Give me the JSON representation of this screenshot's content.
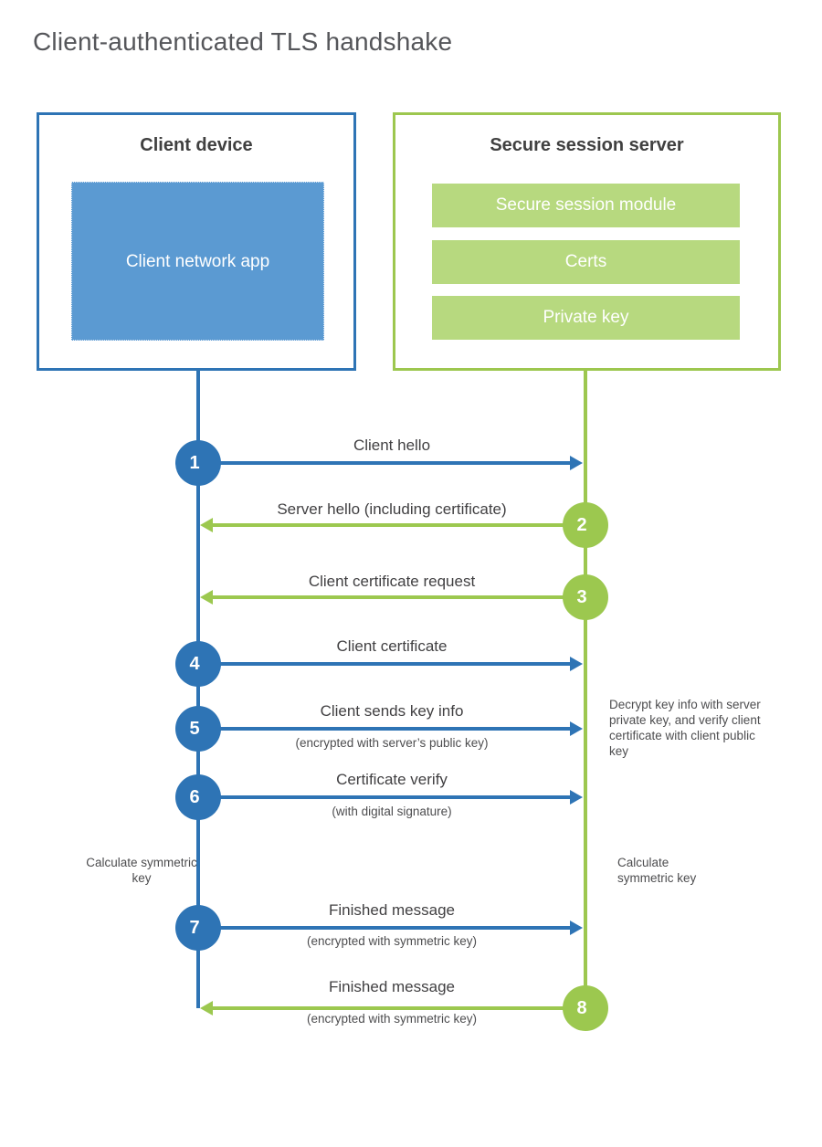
{
  "title": "Client-authenticated TLS handshake",
  "colors": {
    "blue": "#2e74b5",
    "blue_fill": "#5b9ad2",
    "green": "#9dc74f",
    "green_fill": "#b7d97f",
    "heading_text": "#404040",
    "label_text": "#414042"
  },
  "client": {
    "title": "Client device",
    "app_label": "Client network app"
  },
  "server": {
    "title": "Secure session server",
    "modules": [
      "Secure session module",
      "Certs",
      "Private key"
    ]
  },
  "steps": [
    {
      "num": "1",
      "label": "Client hello",
      "sub": "",
      "direction": "right",
      "color": "blue"
    },
    {
      "num": "2",
      "label": "Server hello (including certificate)",
      "sub": "",
      "direction": "left",
      "color": "green"
    },
    {
      "num": "3",
      "label": "Client certificate request",
      "sub": "",
      "direction": "left",
      "color": "green"
    },
    {
      "num": "4",
      "label": "Client certificate",
      "sub": "",
      "direction": "right",
      "color": "blue"
    },
    {
      "num": "5",
      "label": "Client sends key info",
      "sub": "(encrypted with server’s public key)",
      "direction": "right",
      "color": "blue"
    },
    {
      "num": "6",
      "label": "Certificate verify",
      "sub": "(with digital signature)",
      "direction": "right",
      "color": "blue"
    },
    {
      "num": "7",
      "label": "Finished message",
      "sub": "(encrypted with symmetric key)",
      "direction": "right",
      "color": "blue"
    },
    {
      "num": "8",
      "label": "Finished message",
      "sub": "(encrypted with symmetric key)",
      "direction": "left",
      "color": "green"
    }
  ],
  "notes": {
    "decrypt_note": "Decrypt key info with server private key, and verify client certificate with client public key",
    "calc_left": "Calculate symmetric key",
    "calc_right": "Calculate symmetric key"
  }
}
